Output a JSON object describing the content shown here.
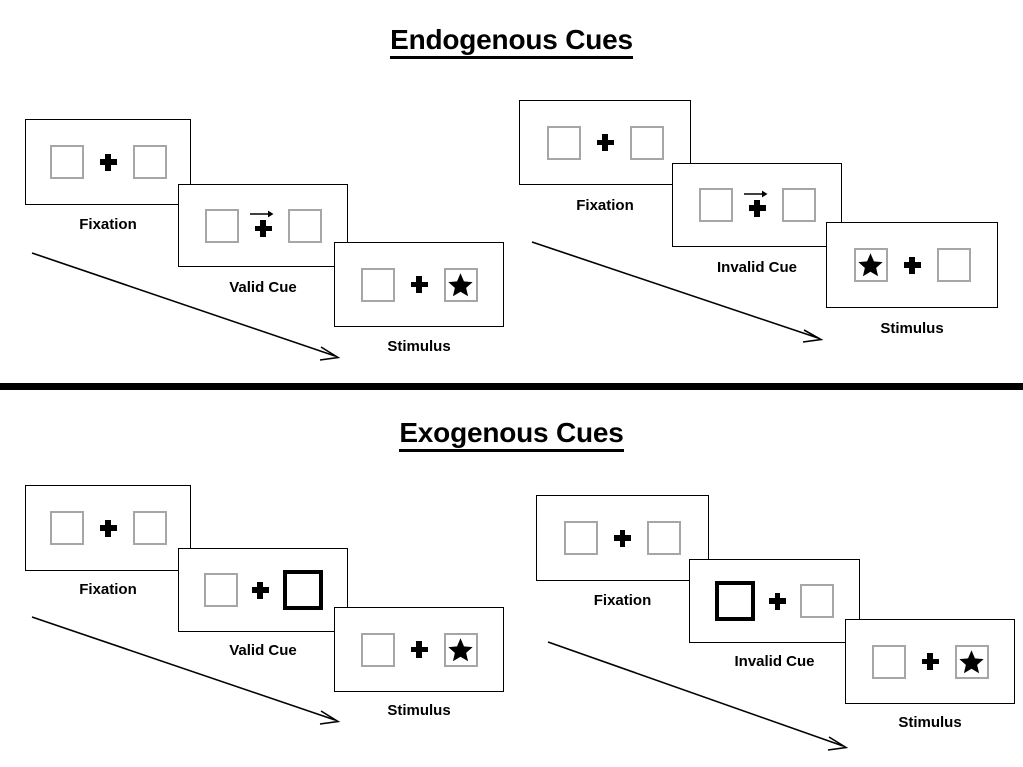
{
  "figure": {
    "background": "#ffffff",
    "accent_color": "#000000",
    "box_border_color": "#a6a6a6",
    "cue_border_color": "#000000"
  },
  "divider": {
    "name": "section-divider",
    "color": "#000000"
  },
  "sections": [
    {
      "id": "endogenous",
      "title": "Endogenous Cues",
      "columns": [
        {
          "id": "endogenous-valid",
          "frames": [
            {
              "id": "fixation",
              "caption": "Fixation",
              "left_content": "empty",
              "right_content": "empty",
              "center": "plus",
              "arrow": "none"
            },
            {
              "id": "valid-cue",
              "caption": "Valid Cue",
              "left_content": "empty",
              "right_content": "empty",
              "center": "plus",
              "arrow": "right"
            },
            {
              "id": "stimulus",
              "caption": "Stimulus",
              "left_content": "empty",
              "right_content": "star",
              "center": "plus",
              "arrow": "none"
            }
          ]
        },
        {
          "id": "endogenous-invalid",
          "frames": [
            {
              "id": "fixation",
              "caption": "Fixation",
              "left_content": "empty",
              "right_content": "empty",
              "center": "plus",
              "arrow": "none"
            },
            {
              "id": "invalid-cue",
              "caption": "Invalid Cue",
              "left_content": "empty",
              "right_content": "empty",
              "center": "plus",
              "arrow": "right"
            },
            {
              "id": "stimulus",
              "caption": "Stimulus",
              "left_content": "star",
              "right_content": "empty",
              "center": "plus",
              "arrow": "none"
            }
          ]
        }
      ]
    },
    {
      "id": "exogenous",
      "title": "Exogenous Cues",
      "columns": [
        {
          "id": "exogenous-valid",
          "frames": [
            {
              "id": "fixation",
              "caption": "Fixation",
              "left_content": "empty",
              "right_content": "empty",
              "center": "plus",
              "arrow": "none"
            },
            {
              "id": "valid-cue",
              "caption": "Valid Cue",
              "left_content": "empty",
              "right_content": "highlight",
              "center": "plus",
              "arrow": "none"
            },
            {
              "id": "stimulus",
              "caption": "Stimulus",
              "left_content": "empty",
              "right_content": "star",
              "center": "plus",
              "arrow": "none"
            }
          ]
        },
        {
          "id": "exogenous-invalid",
          "frames": [
            {
              "id": "fixation",
              "caption": "Fixation",
              "left_content": "empty",
              "right_content": "empty",
              "center": "plus",
              "arrow": "none"
            },
            {
              "id": "invalid-cue",
              "caption": "Invalid Cue",
              "left_content": "highlight",
              "right_content": "empty",
              "center": "plus",
              "arrow": "none"
            },
            {
              "id": "stimulus",
              "caption": "Stimulus",
              "left_content": "empty",
              "right_content": "star",
              "center": "plus",
              "arrow": "none"
            }
          ]
        }
      ]
    }
  ],
  "labels": {
    "endogenous_title": "Endogenous Cues",
    "exogenous_title": "Exogenous Cues",
    "fixation": "Fixation",
    "valid_cue": "Valid Cue",
    "invalid_cue": "Invalid Cue",
    "stimulus": "Stimulus"
  }
}
